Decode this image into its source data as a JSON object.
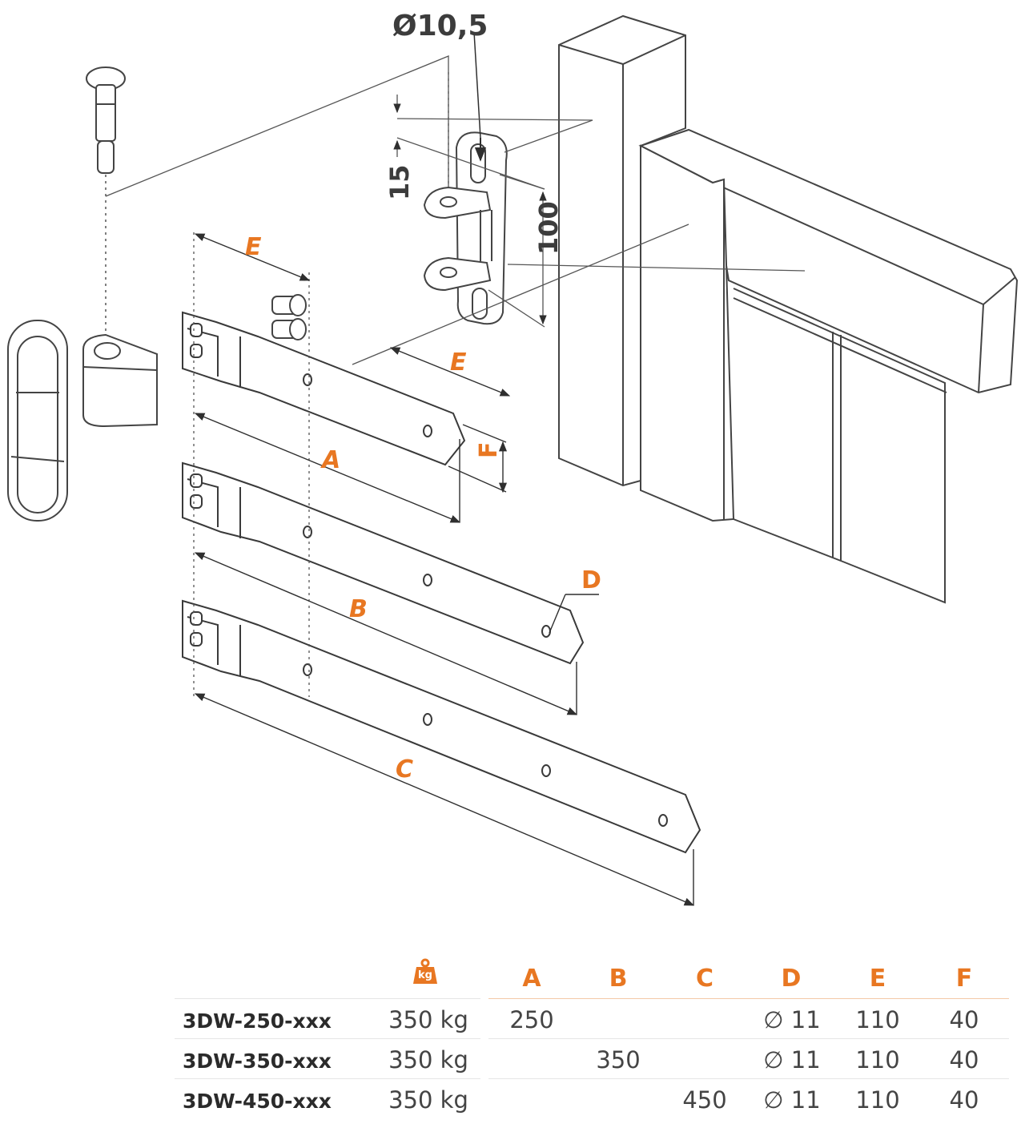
{
  "drawing": {
    "dim_diameter": "Ø10,5",
    "dim_15": "15",
    "dim_100": "100",
    "labels": {
      "e_top": "E",
      "e_mid": "E",
      "a": "A",
      "b": "B",
      "c": "C",
      "d": "D",
      "f": "F"
    }
  },
  "table": {
    "weight_icon": "weight-kg-icon",
    "weight_icon_text": "kg",
    "columns": [
      "A",
      "B",
      "C",
      "D",
      "E",
      "F"
    ],
    "rows": [
      {
        "model": "3DW-250-xxx",
        "load": "350 kg",
        "a": "250",
        "b": "",
        "c": "",
        "d": "∅ 11",
        "e": "110",
        "f": "40"
      },
      {
        "model": "3DW-350-xxx",
        "load": "350 kg",
        "a": "",
        "b": "350",
        "c": "",
        "d": "∅ 11",
        "e": "110",
        "f": "40"
      },
      {
        "model": "3DW-450-xxx",
        "load": "350 kg",
        "a": "",
        "b": "",
        "c": "450",
        "d": "∅ 11",
        "e": "110",
        "f": "40"
      }
    ]
  },
  "colors": {
    "accent": "#e87722",
    "line": "#3a3a3a",
    "text": "#444444"
  }
}
